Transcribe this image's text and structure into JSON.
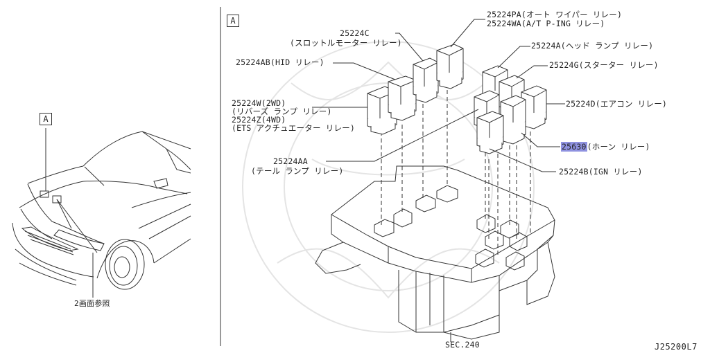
{
  "diagram": {
    "overview_callout": "A",
    "detail_callout": "A",
    "see_page": "2画面参照",
    "drawing_code": "J25200L7",
    "section_ref": "SEC.240",
    "highlight_color": "#8f92e0",
    "parts": [
      {
        "id": "p_25224pa",
        "lines": [
          "25224PA(オート ワイパー リレー)",
          "25224WA(A/T P-ING リレー)"
        ]
      },
      {
        "id": "p_25224c",
        "lines": [
          "25224C",
          "(スロットルモーター リレー)"
        ]
      },
      {
        "id": "p_25224a",
        "lines": [
          "25224A(ヘッド ランプ リレー)"
        ]
      },
      {
        "id": "p_25224ab",
        "lines": [
          "25224AB(HID リレー)"
        ]
      },
      {
        "id": "p_25224g",
        "lines": [
          "25224G(スターター リレー)"
        ]
      },
      {
        "id": "p_25224w",
        "lines": [
          "25224W(2WD)",
          "(リバーズ ランプ リレー)",
          "25224Z(4WD)",
          "(ETS アクチュエーター リレー)"
        ]
      },
      {
        "id": "p_25224d",
        "lines": [
          "25224D(エアコン リレー)"
        ]
      },
      {
        "id": "p_25630",
        "part_no": "25630",
        "lines": [
          "(ホーン リレー)"
        ],
        "highlighted": true
      },
      {
        "id": "p_25224aa",
        "lines": [
          "25224AA",
          "(テール ランプ リレー)"
        ]
      },
      {
        "id": "p_25224b",
        "lines": [
          "25224B(IGN リレー)"
        ]
      }
    ]
  }
}
